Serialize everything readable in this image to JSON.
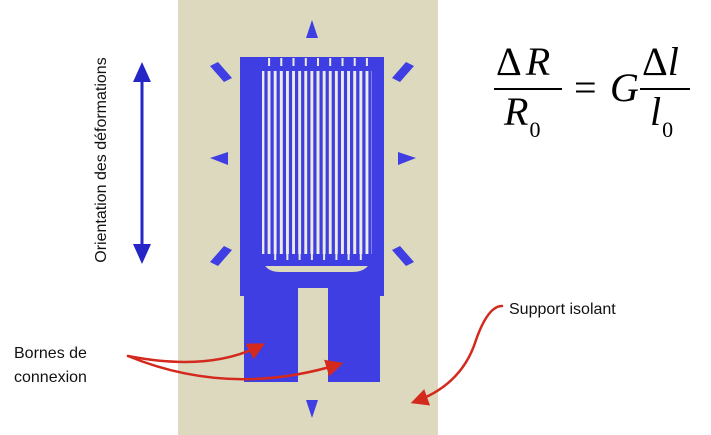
{
  "formula": {
    "num1_delta": "Δ",
    "num1_var": "R",
    "den1_var": "R",
    "den1_sub": "0",
    "equals": "=",
    "gauge_factor": "G",
    "num2_delta": "Δ",
    "num2_var": "l",
    "den2_var": "l",
    "den2_sub": "0"
  },
  "labels": {
    "orientation": "Orientation des déformations",
    "support": "Support isolant",
    "bornes_line1": "Bornes de",
    "bornes_line2": "connexion"
  },
  "colors": {
    "substrate": "#DCD9BF",
    "gauge": "#3E3EE3",
    "orientation_arrow": "#2626C6",
    "callout_arrow": "#D42A1E",
    "text": "#111111"
  }
}
